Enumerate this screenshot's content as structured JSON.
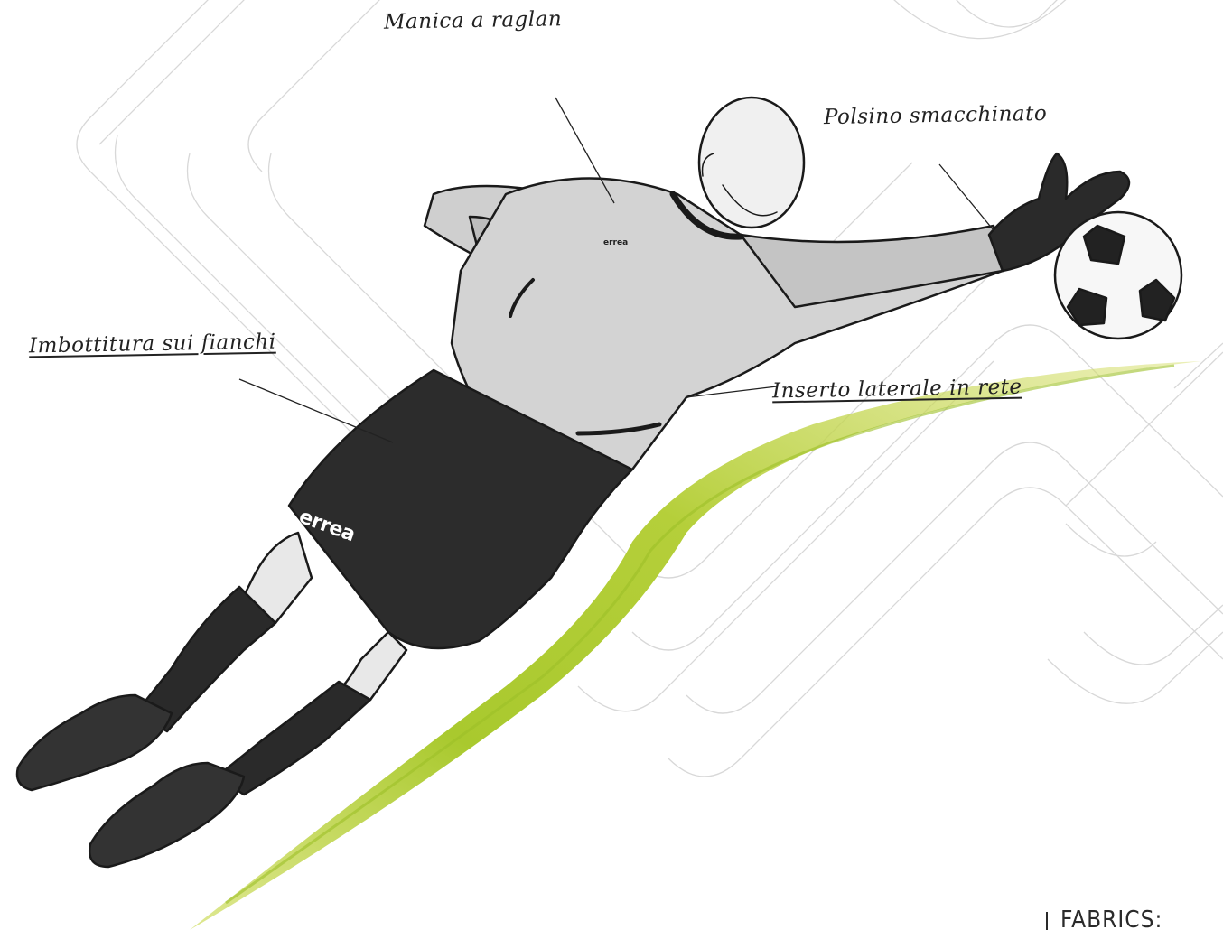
{
  "labels": {
    "sleeve": "Manica a raglan",
    "cuff": "Polsino smacchinato",
    "padding": "Imbottitura sui fianchi",
    "mesh": "Inserto laterale in rete"
  },
  "brand": {
    "shorts_logo": "errea",
    "shirt_logo": "errea"
  },
  "footer": {
    "section_title": "FABRICS:"
  },
  "colors": {
    "background": "#ffffff",
    "stroke_accent": "#b9d33a",
    "pattern_line": "#d8d8d8",
    "kit_shirt": "#d0d0d0",
    "kit_shorts": "#2c2c2c"
  },
  "icons": {
    "ball": "football-icon",
    "brand": "errea-logo-icon"
  }
}
